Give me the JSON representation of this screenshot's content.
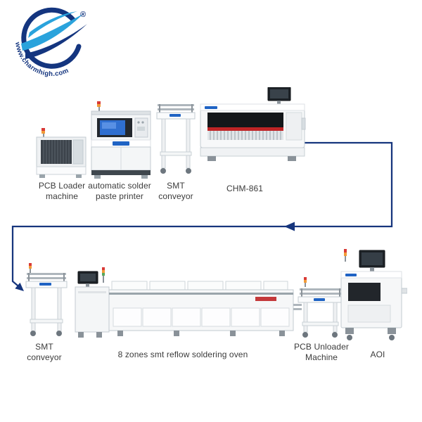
{
  "logo": {
    "registered": "®",
    "url_text": "www.charmhigh.com"
  },
  "colors": {
    "arrow": "#16357d",
    "logo_navy": "#14357f",
    "logo_light_blue": "#2aa3dc",
    "machine_red_stripe": "#bf2426",
    "printer_screen_blue": "#2f6fd0"
  },
  "machines": [
    {
      "id": "pcb-loader",
      "label": "PCB Loader machine"
    },
    {
      "id": "solder-paste-printer",
      "label": "automatic solder paste printer"
    },
    {
      "id": "smt-conveyor-in",
      "label": "SMT conveyor"
    },
    {
      "id": "pick-and-place",
      "label": "CHM-861"
    },
    {
      "id": "smt-conveyor-out",
      "label": "SMT conveyor"
    },
    {
      "id": "reflow-oven",
      "label": "8 zones smt reflow soldering oven"
    },
    {
      "id": "pcb-unloader",
      "label": "PCB Unloader Machine"
    },
    {
      "id": "aoi",
      "label": "AOI"
    }
  ]
}
